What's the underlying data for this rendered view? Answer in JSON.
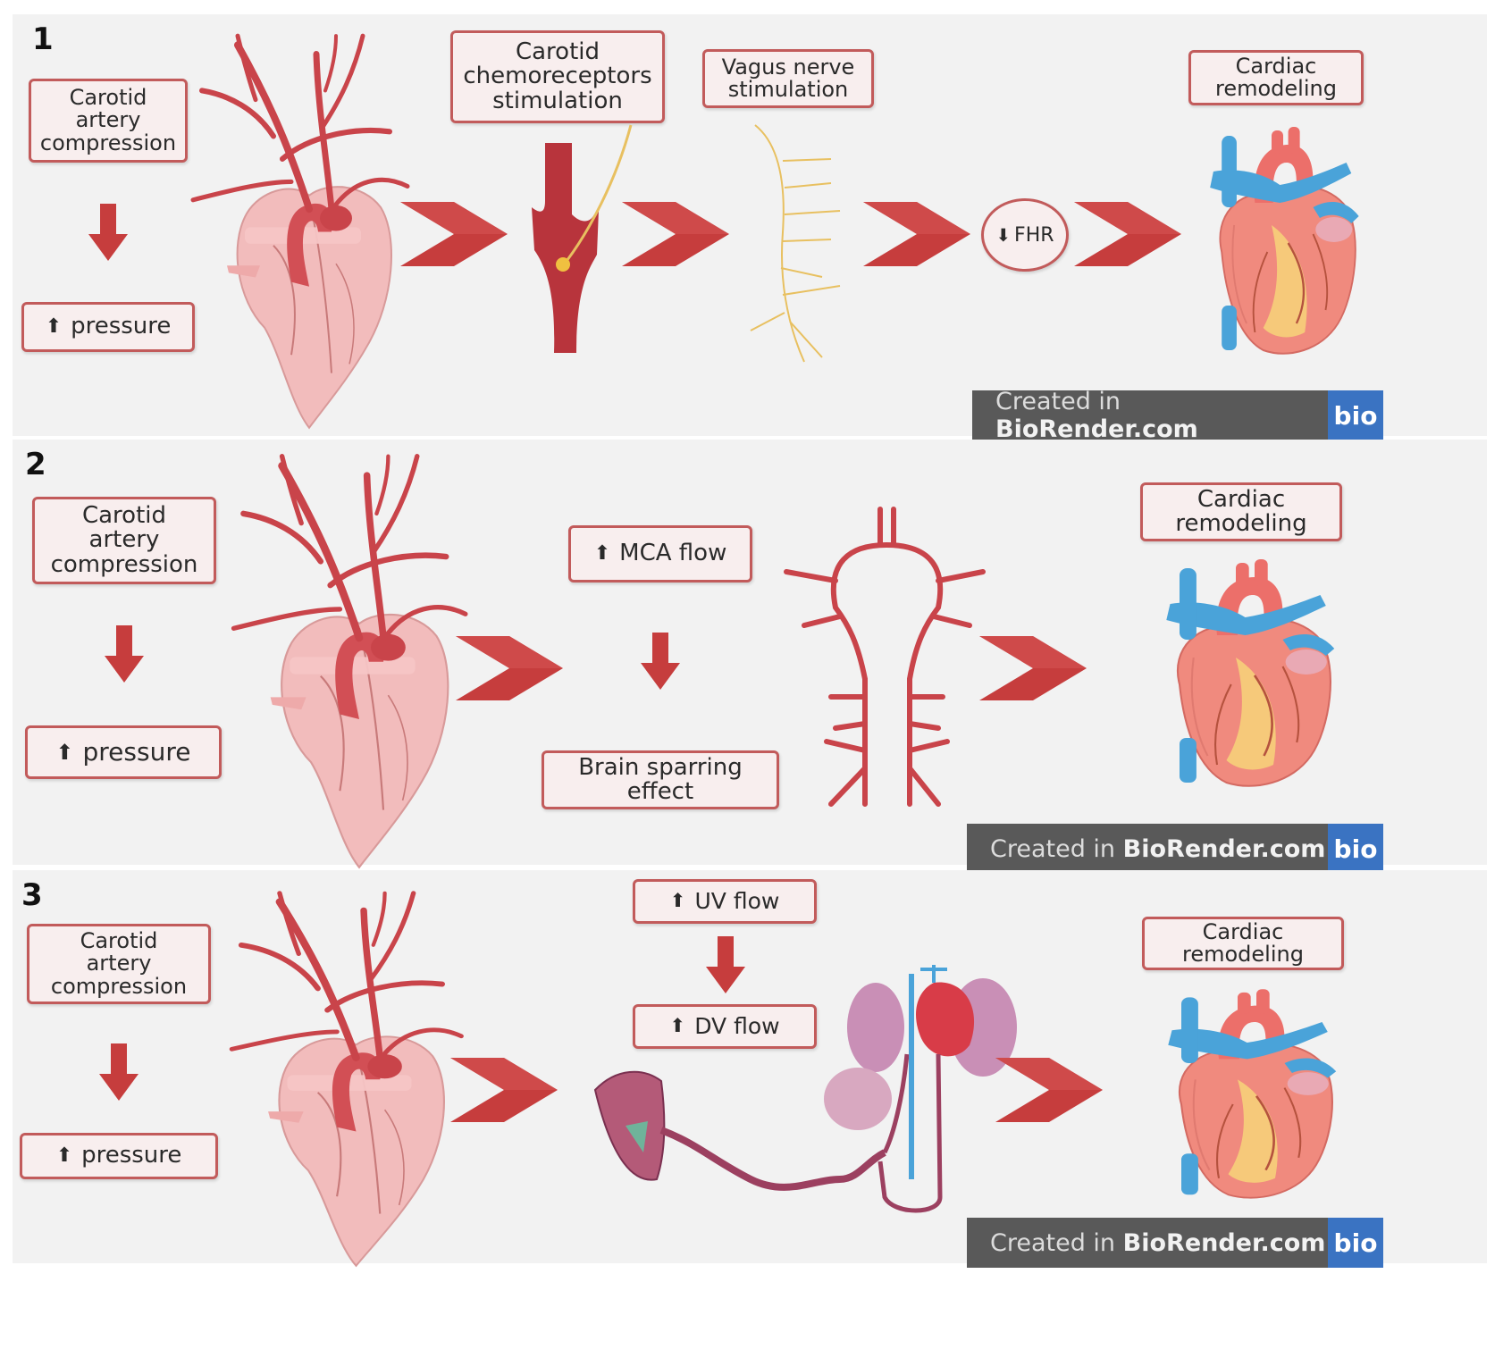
{
  "panels": [
    {
      "number": "1",
      "compression_label": [
        "Carotid",
        "artery",
        "compression"
      ],
      "pressure_label": "pressure",
      "chemoreceptors_label": [
        "Carotid",
        "chemoreceptors",
        "stimulation"
      ],
      "vagus_label": [
        "Vagus nerve",
        "stimulation"
      ],
      "fhr_label": "FHR",
      "remodeling_label": [
        "Cardiac",
        "remodeling"
      ]
    },
    {
      "number": "2",
      "compression_label": [
        "Carotid",
        "artery",
        "compression"
      ],
      "pressure_label": "pressure",
      "mca_label": "MCA flow",
      "brain_sparing_label": [
        "Brain sparring",
        "effect"
      ],
      "remodeling_label": [
        "Cardiac",
        "remodeling"
      ]
    },
    {
      "number": "3",
      "compression_label": [
        "Carotid",
        "artery",
        "compression"
      ],
      "pressure_label": "pressure",
      "uv_label": "UV flow",
      "dv_label": "DV flow",
      "remodeling_label": [
        "Cardiac",
        "remodeling"
      ]
    }
  ],
  "watermark": {
    "prefix": "Created in ",
    "brand": "BioRender.com",
    "logo": "bio"
  },
  "icons": {
    "arrow_up": "up-arrow-icon",
    "arrow_down": "down-arrow-icon",
    "chevron": "chevron-arrow-icon"
  },
  "colors": {
    "arrow_red": "#c63d3d",
    "box_border": "#c25b5b",
    "box_fill": "#f8eeee",
    "panel_bg": "#f2f2f2",
    "artery_red": "#c9444a",
    "heart_pink": "#f2b8b8",
    "vein_blue": "#4aa3d9",
    "nerve_yellow": "#e8c060",
    "badge_gray": "#595959",
    "badge_blue": "#3a73c2"
  }
}
